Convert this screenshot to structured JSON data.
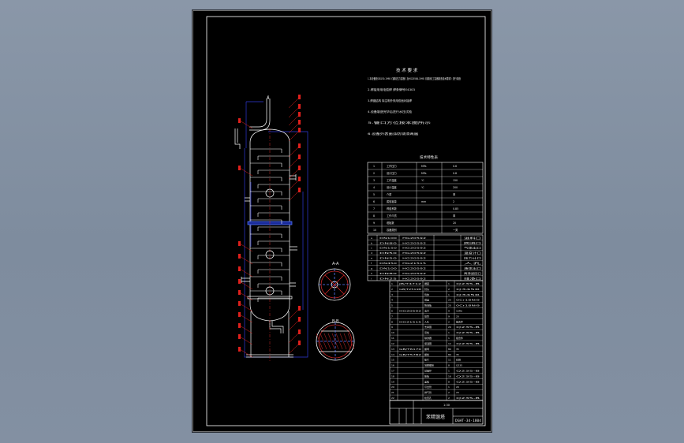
{
  "sheet": {
    "tech_title": "技 术 要 求",
    "tech_lines": [
      "1.本设备按GB150-1998《钢制压力容器》及HG20584-1998《钢制化工容器制造技术要求》进行制造",
      "2.焊接采用电弧焊 焊条牌号E4303",
      "3.焊缝结构 除注明外采用双面对接焊",
      "4.设备制造完毕后进行水压试验",
      "5.管口方位按本图所示",
      "6.设备外表面涂防锈漆两遍"
    ],
    "spec_title": "技术特性表",
    "spec_rows": [
      {
        "no": "1",
        "name": "工作压力",
        "unit": "MPa",
        "value": "0.6"
      },
      {
        "no": "2",
        "name": "设计压力",
        "unit": "MPa",
        "value": "0.8"
      },
      {
        "no": "3",
        "name": "工作温度",
        "unit": "℃",
        "value": "150"
      },
      {
        "no": "4",
        "name": "设计温度",
        "unit": "℃",
        "value": "200"
      },
      {
        "no": "5",
        "name": "介质",
        "unit": "",
        "value": "苯"
      },
      {
        "no": "6",
        "name": "腐蚀裕量",
        "unit": "mm",
        "value": "2"
      },
      {
        "no": "7",
        "name": "焊缝系数",
        "unit": "",
        "value": "0.85"
      },
      {
        "no": "8",
        "name": "工作介质",
        "unit": "",
        "value": "苯"
      },
      {
        "no": "9",
        "name": "塔板数",
        "unit": "",
        "value": "20"
      },
      {
        "no": "10",
        "name": "容器类别",
        "unit": "",
        "value": "一类"
      }
    ],
    "nozzle_rows": [
      {
        "mark": "a",
        "size": "DN100",
        "std": "HG20592",
        "purpose": "进料口"
      },
      {
        "mark": "b",
        "size": "DN80",
        "std": "HG20592",
        "purpose": "回流口"
      },
      {
        "mark": "c",
        "size": "DN150",
        "std": "HG20592",
        "purpose": "气体出口"
      },
      {
        "mark": "d",
        "size": "DN50",
        "std": "HG20592",
        "purpose": "温度计口"
      },
      {
        "mark": "e",
        "size": "DN50",
        "std": "HG20592",
        "purpose": "压力计口"
      },
      {
        "mark": "f",
        "size": "DN450",
        "std": "HG21515",
        "purpose": "人孔"
      },
      {
        "mark": "g",
        "size": "DN100",
        "std": "HG20592",
        "purpose": "液体出口"
      },
      {
        "mark": "h",
        "size": "DN80",
        "std": "HG20592",
        "purpose": "再沸返回口"
      },
      {
        "mark": "i",
        "size": "DN25",
        "std": "HG20592",
        "purpose": "排净口"
      }
    ],
    "bom_rows": [
      {
        "no": "1",
        "code": "JB/T4712",
        "name": "裙座",
        "qty": "1",
        "mat": "Q235-B"
      },
      {
        "no": "2",
        "code": "GB/T25198",
        "name": "封头",
        "qty": "2",
        "mat": "Q345R"
      },
      {
        "no": "3",
        "code": "",
        "name": "筒体",
        "qty": "1",
        "mat": "Q345R"
      },
      {
        "no": "4",
        "code": "",
        "name": "塔盘",
        "qty": "20",
        "mat": "0Cr18Ni9"
      },
      {
        "no": "5",
        "code": "",
        "name": "降液板",
        "qty": "20",
        "mat": "0Cr18Ni9"
      },
      {
        "no": "6",
        "code": "HG20592",
        "name": "法兰",
        "qty": "9",
        "mat": "16Mn"
      },
      {
        "no": "7",
        "code": "",
        "name": "接管",
        "qty": "9",
        "mat": "20"
      },
      {
        "no": "8",
        "code": "HG21515",
        "name": "人孔",
        "qty": "2",
        "mat": "组合件"
      },
      {
        "no": "9",
        "code": "",
        "name": "支承圈",
        "qty": "20",
        "mat": "Q235-B"
      },
      {
        "no": "10",
        "code": "",
        "name": "吊柱",
        "qty": "1",
        "mat": "Q235-B"
      },
      {
        "no": "11",
        "code": "",
        "name": "除沫器",
        "qty": "1",
        "mat": "组合件"
      },
      {
        "no": "12",
        "code": "",
        "name": "保温圈",
        "qty": "12",
        "mat": "Q235-B"
      },
      {
        "no": "13",
        "code": "GB/T6170",
        "name": "螺母",
        "qty": "80",
        "mat": "35"
      },
      {
        "no": "14",
        "code": "GB/T5782",
        "name": "螺栓",
        "qty": "80",
        "mat": "35"
      },
      {
        "no": "15",
        "code": "",
        "name": "垫片",
        "qty": "11",
        "mat": "石棉"
      },
      {
        "no": "16",
        "code": "",
        "name": "地脚螺栓",
        "qty": "8",
        "mat": "Q235"
      },
      {
        "no": "17",
        "code": "",
        "name": "基础环",
        "qty": "1",
        "mat": "Q235-B"
      },
      {
        "no": "18",
        "code": "",
        "name": "筋板",
        "qty": "16",
        "mat": "Q235-B"
      },
      {
        "no": "19",
        "code": "",
        "name": "盖板",
        "qty": "8",
        "mat": "Q235-B"
      },
      {
        "no": "20",
        "code": "",
        "name": "引出管",
        "qty": "1",
        "mat": "20"
      },
      {
        "no": "21",
        "code": "",
        "name": "排气管",
        "qty": "2",
        "mat": "20"
      },
      {
        "no": "22",
        "code": "",
        "name": "检查孔",
        "qty": "2",
        "mat": "Q235-B"
      }
    ],
    "title_block": {
      "drawing_title": "苯精馏塔",
      "drawing_no": "DGHT-34-1804",
      "scale": "1:30"
    },
    "view_labels": {
      "view_a": "A-A",
      "view_b": "B-B"
    },
    "top_marker": "A",
    "colors": {
      "paper": "#000000",
      "line": "#ffffff",
      "outline": "#2f3bd9",
      "leader": "#e0201c",
      "hatch": "#d12a2a"
    }
  }
}
